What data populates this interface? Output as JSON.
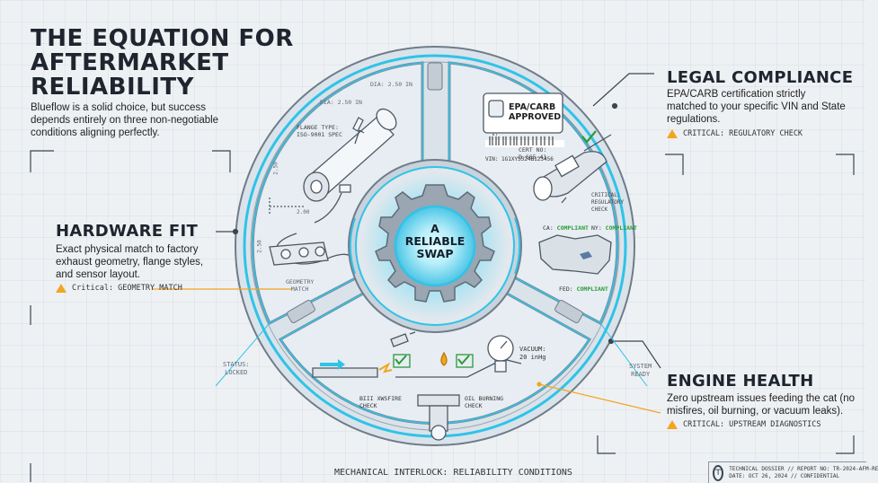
{
  "title": "THE EQUATION FOR AFTERMARKET RELIABILITY",
  "intro": "Blueflow is a solid choice, but success depends entirely on three non-negotiable conditions aligning perfectly.",
  "center": {
    "line1": "A",
    "line2": "RELIABLE",
    "line3": "SWAP"
  },
  "hardware": {
    "title": "HARDWARE FIT",
    "text": "Exact physical match to factory exhaust geometry, flange styles, and sensor layout.",
    "critical": "Critical: GEOMETRY MATCH",
    "labels": {
      "dia1": "DIA: 2.50 IN",
      "dia2": "DIA: 2.50 IN",
      "flange": "FLANGE TYPE:",
      "flange_spec": "ISO-9001 SPEC",
      "dim1": "2.50",
      "dim2": "2.00",
      "dim3": "2.50",
      "geometry1": "GEOMETRY",
      "geometry2": "MATCH"
    }
  },
  "legal": {
    "title": "LEGAL COMPLIANCE",
    "text": "EPA/CARB certification strictly matched to your specific VIN and State regulations.",
    "critical": "CRITICAL: REGULATORY CHECK",
    "labels": {
      "badge1": "EPA/CARB",
      "badge2": "APPROVED",
      "vin": "VIN: 1G1XYS524B123456",
      "cert1": "CERT NO:",
      "cert2": "D-665-41",
      "crit1": "CRITICAL:",
      "crit2": "REGULATORY",
      "crit3": "CHECK",
      "ca_prefix": "CA:",
      "ca_status": "COMPLIANT",
      "ny_prefix": "NY:",
      "ny_status": "COMPLIANT",
      "fed_prefix": "FED:",
      "fed_status": "COMPLIANT"
    }
  },
  "engine": {
    "title": "ENGINE HEALTH",
    "text": "Zero upstream issues feeding the cat (no misfires, oil burning, or vacuum leaks).",
    "critical": "CRITICAL: UPSTREAM DIAGNOSTICS",
    "labels": {
      "vacuum1": "VACUUM:",
      "vacuum2": "20 inHg",
      "misfire1": "BIII XWSFIRE",
      "misfire2": "CHECK",
      "oil1": "OIL BURNING",
      "oil2": "CHECK"
    }
  },
  "status_left": {
    "line1": "STATUS:",
    "line2": "LOCKED"
  },
  "status_right": {
    "line1": "SYSTEM",
    "line2": "READY"
  },
  "footer": "MECHANICAL INTERLOCK: RELIABILITY CONDITIONS",
  "dossier": {
    "line1": "TECHNICAL DOSSIER // REPORT NO: TR-2024-AFM-RE",
    "line2": "DATE: OCT 26, 2024 // CONFIDENTIAL"
  },
  "colors": {
    "accent": "#2fc3e8",
    "warning": "#f2a51f",
    "compliant": "#2a9a3a",
    "metal": "#8d99a6"
  }
}
